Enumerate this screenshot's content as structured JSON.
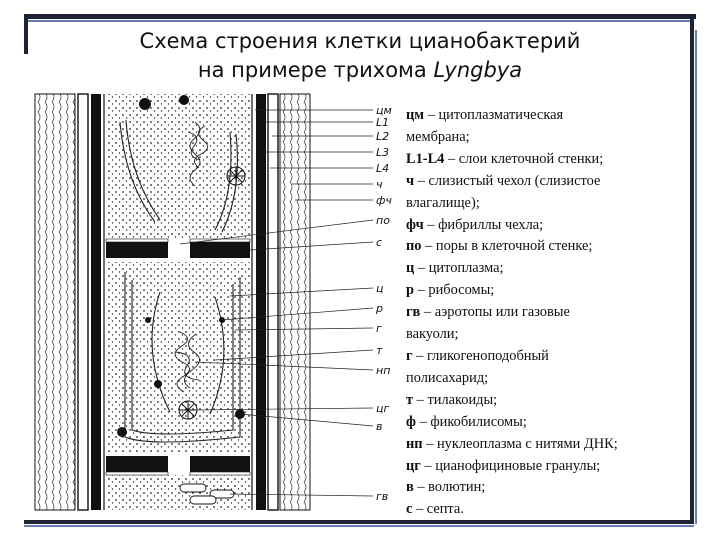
{
  "title": {
    "line1": "Схема строения клетки цианобактерий",
    "line2_prefix": "на примере трихома ",
    "line2_genus": "Lyngbya"
  },
  "figure": {
    "labels": [
      "цм",
      "L1",
      "L2",
      "L3",
      "L4",
      "ч",
      "фч",
      "по",
      "с",
      "ц",
      "р",
      "г",
      "т",
      "нп",
      "цг",
      "в",
      "гв"
    ]
  },
  "legend": [
    {
      "abbr": "цм",
      "text": " – цитоплазматическая"
    },
    {
      "abbr": "",
      "text": "мембрана;"
    },
    {
      "abbr": "L1-L4",
      "text": " – слои клеточной стенки;"
    },
    {
      "abbr": "ч",
      "text": " – слизистый чехол (слизистое"
    },
    {
      "abbr": "",
      "text": "влагалище);"
    },
    {
      "abbr": "фч",
      "text": " – фибриллы чехла;"
    },
    {
      "abbr": "по",
      "text": " – поры в клеточной стенке;"
    },
    {
      "abbr": "ц",
      "text": " – цитоплазма;"
    },
    {
      "abbr": "р",
      "text": " – рибосомы;"
    },
    {
      "abbr": "гв",
      "text": " – аэротопы или газовые"
    },
    {
      "abbr": "",
      "text": "вакуоли;"
    },
    {
      "abbr": "г",
      "text": " – гликогеноподобный"
    },
    {
      "abbr": "",
      "text": "полисахарид;"
    },
    {
      "abbr": "т",
      "text": " – тилакоиды;"
    },
    {
      "abbr": "ф",
      "text": " – фикобилисомы;"
    },
    {
      "abbr": "нп",
      "text": " – нуклеоплазма с нитями ДНК;"
    },
    {
      "abbr": "цг",
      "text": " – цианофициновые гранулы;"
    },
    {
      "abbr": "в",
      "text": " – волютин;"
    },
    {
      "abbr": "с",
      "text": " – септа."
    }
  ]
}
